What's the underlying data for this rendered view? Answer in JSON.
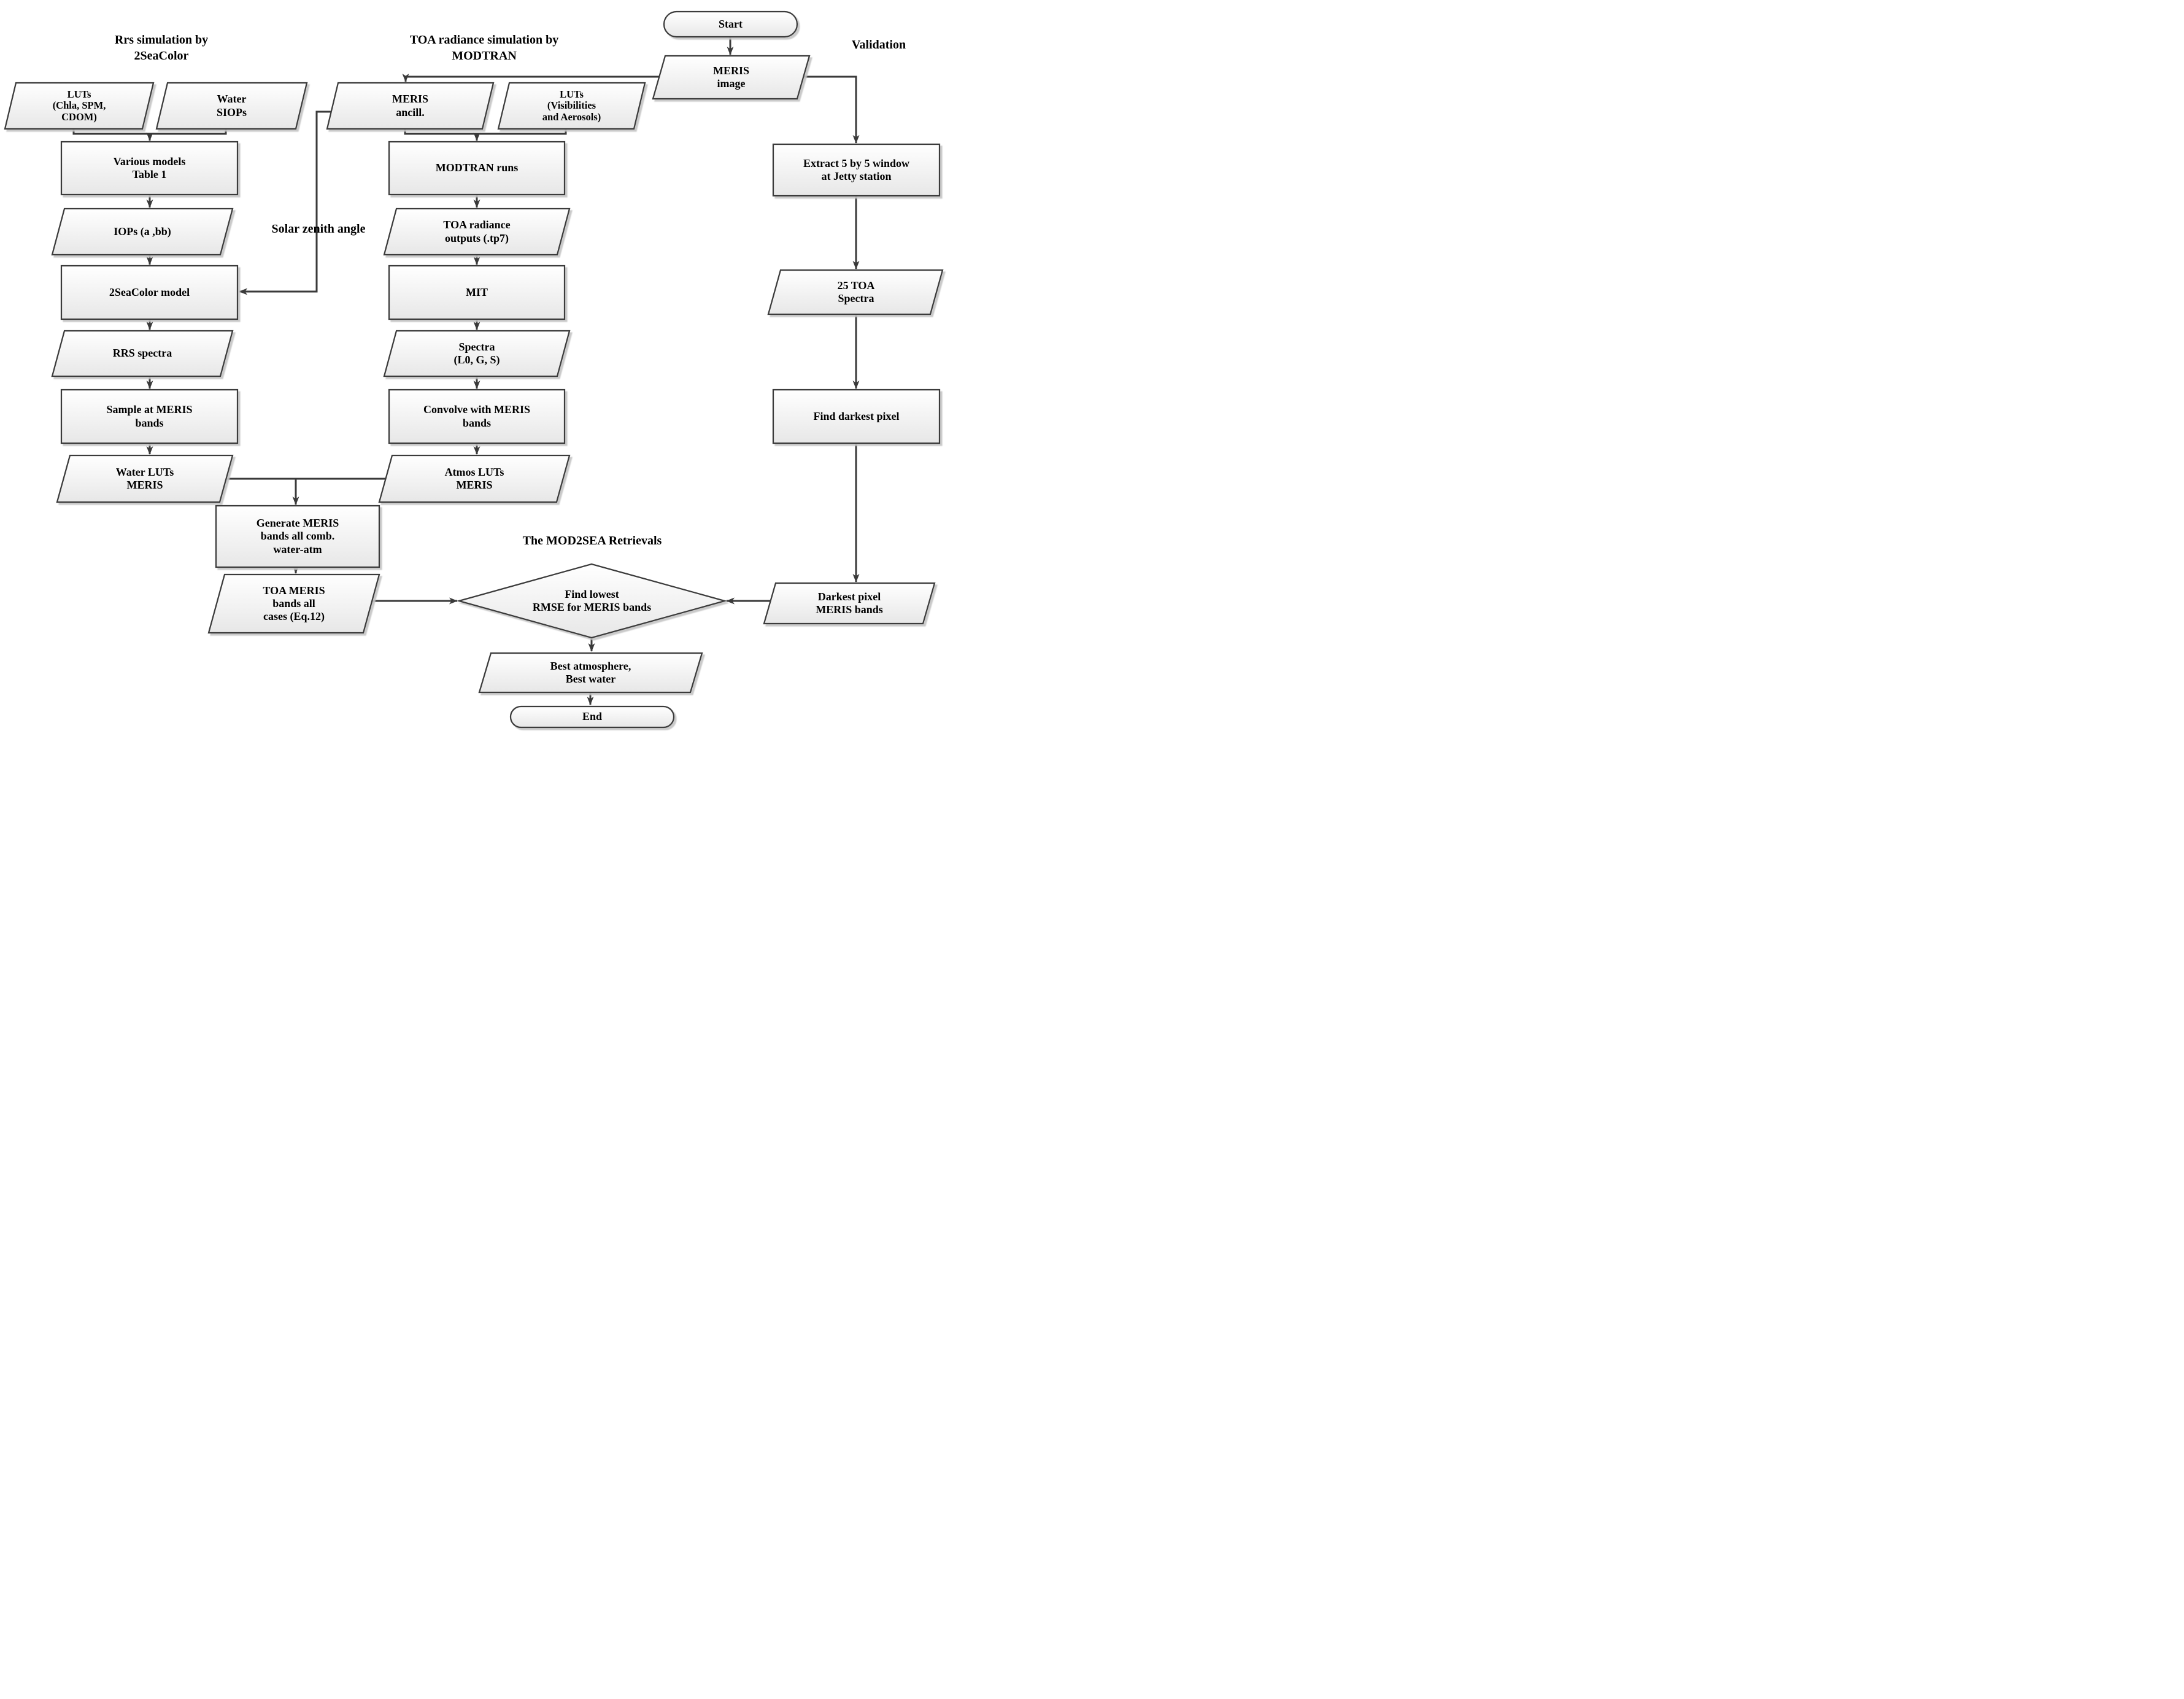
{
  "figure": {
    "type": "flowchart",
    "background": "#ffffff",
    "colors": {
      "line": "#3a3a3a",
      "shape_border": "#3a3a3a",
      "shape_fill_top": "#ffffff",
      "shape_fill_bottom": "#e7e7e7",
      "shape_shadow": "#c4c4c4",
      "text": "#000000"
    }
  },
  "headings": {
    "rrs": {
      "label": "Rrs simulation by\n2SeaColor"
    },
    "toa": {
      "label": "TOA radiance simulation by\nMODTRAN"
    },
    "validation": {
      "label": "Validation"
    },
    "solar_zenith": {
      "label": "Solar zenith angle"
    },
    "mod2sea": {
      "label": "The MOD2SEA Retrievals"
    }
  },
  "nodes": {
    "start": {
      "label": "Start",
      "shape": "terminator"
    },
    "meris_image": {
      "label": "MERIS\nimage",
      "shape": "parallelogram"
    },
    "luts_chla": {
      "label": "LUTs\n(Chla, SPM,\nCDOM)",
      "shape": "parallelogram"
    },
    "water_siops": {
      "label": "Water\nSIOPs",
      "shape": "parallelogram"
    },
    "meris_ancill": {
      "label": "MERIS\nancill.",
      "shape": "parallelogram"
    },
    "luts_vis": {
      "label": "LUTs\n(Visibilities\nand Aerosols)",
      "shape": "parallelogram"
    },
    "various_models": {
      "label": "Various models\nTable 1",
      "shape": "process"
    },
    "modtran_runs": {
      "label": "MODTRAN runs",
      "shape": "process"
    },
    "extract_window": {
      "label": "Extract 5 by 5 window\nat Jetty station",
      "shape": "process"
    },
    "iops": {
      "label": "IOPs (a ,bb)",
      "shape": "parallelogram"
    },
    "toa_outputs": {
      "label": "TOA radiance\noutputs (.tp7)",
      "shape": "parallelogram"
    },
    "seacolor_model": {
      "label": "2SeaColor model",
      "shape": "process"
    },
    "mit": {
      "label": "MIT",
      "shape": "process"
    },
    "toa_spectra_25": {
      "label": "25 TOA\nSpectra",
      "shape": "parallelogram"
    },
    "rrs_spectra": {
      "label": "RRS spectra",
      "shape": "parallelogram"
    },
    "spectra_l0gs": {
      "label": "Spectra\n(L0, G, S)",
      "shape": "parallelogram"
    },
    "sample_meris": {
      "label": "Sample at MERIS\nbands",
      "shape": "process"
    },
    "convolve_meris": {
      "label": "Convolve with MERIS\nbands",
      "shape": "process"
    },
    "find_darkest": {
      "label": "Find darkest pixel",
      "shape": "process"
    },
    "water_luts": {
      "label": "Water LUTs\nMERIS",
      "shape": "parallelogram"
    },
    "atmos_luts": {
      "label": "Atmos LUTs\nMERIS",
      "shape": "parallelogram"
    },
    "generate_comb": {
      "label": "Generate MERIS\nbands all comb.\nwater-atm",
      "shape": "process"
    },
    "toa_meris_cases": {
      "label": "TOA MERIS\nbands all\ncases (Eq.12)",
      "shape": "parallelogram"
    },
    "find_rmse": {
      "label": "Find lowest\nRMSE for MERIS bands",
      "shape": "decision"
    },
    "darkest_pixel_bands": {
      "label": "Darkest pixel\nMERIS bands",
      "shape": "parallelogram"
    },
    "best_atm": {
      "label": "Best atmosphere,\nBest water",
      "shape": "parallelogram"
    },
    "end": {
      "label": "End",
      "shape": "terminator"
    }
  },
  "edges": [
    {
      "from": "luts_chla",
      "to": "various_models"
    },
    {
      "from": "water_siops",
      "to": "various_models"
    },
    {
      "from": "various_models",
      "to": "iops"
    },
    {
      "from": "iops",
      "to": "seacolor_model"
    },
    {
      "from": "meris_ancill",
      "to": "seacolor_model",
      "label": "Solar zenith angle"
    },
    {
      "from": "seacolor_model",
      "to": "rrs_spectra"
    },
    {
      "from": "rrs_spectra",
      "to": "sample_meris"
    },
    {
      "from": "sample_meris",
      "to": "water_luts"
    },
    {
      "from": "meris_ancill",
      "to": "modtran_runs"
    },
    {
      "from": "luts_vis",
      "to": "modtran_runs"
    },
    {
      "from": "modtran_runs",
      "to": "toa_outputs"
    },
    {
      "from": "toa_outputs",
      "to": "mit"
    },
    {
      "from": "mit",
      "to": "spectra_l0gs"
    },
    {
      "from": "spectra_l0gs",
      "to": "convolve_meris"
    },
    {
      "from": "convolve_meris",
      "to": "atmos_luts"
    },
    {
      "from": "water_luts",
      "to": "generate_comb"
    },
    {
      "from": "atmos_luts",
      "to": "generate_comb"
    },
    {
      "from": "generate_comb",
      "to": "toa_meris_cases"
    },
    {
      "from": "toa_meris_cases",
      "to": "find_rmse"
    },
    {
      "from": "start",
      "to": "meris_image"
    },
    {
      "from": "meris_image",
      "to": "meris_ancill"
    },
    {
      "from": "meris_image",
      "to": "extract_window"
    },
    {
      "from": "extract_window",
      "to": "toa_spectra_25"
    },
    {
      "from": "toa_spectra_25",
      "to": "find_darkest"
    },
    {
      "from": "find_darkest",
      "to": "darkest_pixel_bands"
    },
    {
      "from": "darkest_pixel_bands",
      "to": "find_rmse"
    },
    {
      "from": "find_rmse",
      "to": "best_atm"
    },
    {
      "from": "best_atm",
      "to": "end"
    }
  ]
}
